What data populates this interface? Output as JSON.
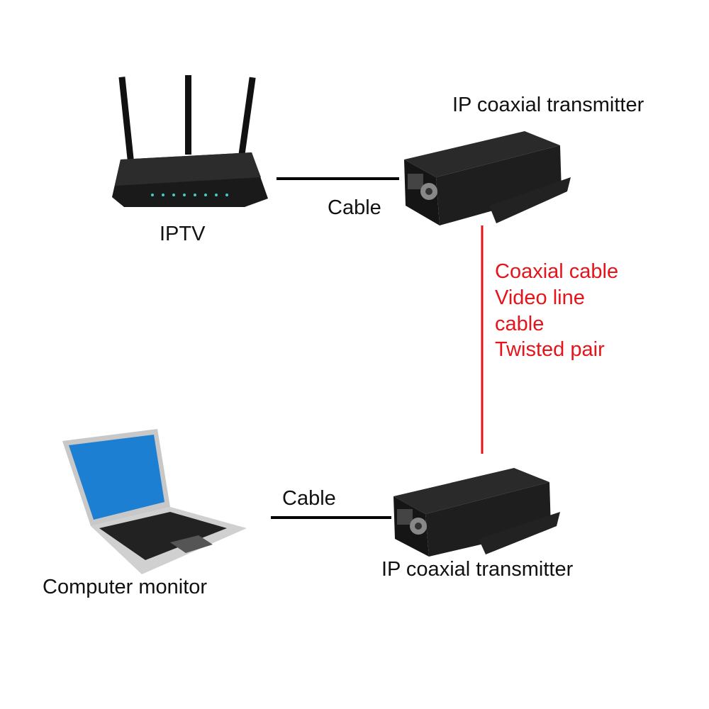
{
  "top_transmitter": {
    "label": "IP coaxial transmitter"
  },
  "router": {
    "label": "IPTV"
  },
  "top_cable": {
    "label": "Cable"
  },
  "coax_link": {
    "labels": [
      "Coaxial cable",
      "Video line",
      "cable",
      "Twisted pair"
    ],
    "color": "#e5141b"
  },
  "laptop": {
    "label": "Computer monitor"
  },
  "bottom_cable": {
    "label": "Cable"
  },
  "bottom_transmitter": {
    "label": "IP coaxial transmitter"
  }
}
